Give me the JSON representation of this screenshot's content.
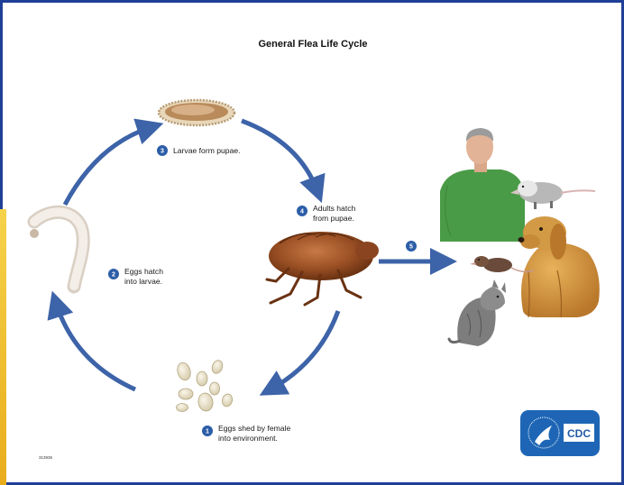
{
  "title": "General Flea Life Cycle",
  "figure_code": "313936",
  "colors": {
    "arrow": "#3d63a8",
    "badge": "#2c5ea8",
    "frame": "#1f3f97",
    "accent_strip": "#f3c93b",
    "logo_bg": "#1e66b5"
  },
  "steps": [
    {
      "number": "1",
      "line1": "Eggs shed by female",
      "line2": "into environment."
    },
    {
      "number": "2",
      "line1": "Eggs hatch",
      "line2": "into larvae."
    },
    {
      "number": "3",
      "line1": "Larvae form pupae.",
      "line2": ""
    },
    {
      "number": "4",
      "line1": "Adults hatch",
      "line2": "from pupae."
    },
    {
      "number": "5",
      "line1": "",
      "line2": ""
    }
  ],
  "logo": {
    "text": "CDC",
    "icon": "hhs-eagle-icon"
  },
  "icons": [
    "flea-egg-icon",
    "larva-icon",
    "pupa-icon",
    "adult-flea-icon",
    "human-host-icon",
    "opossum-icon",
    "dog-icon",
    "rat-icon",
    "cat-icon"
  ]
}
